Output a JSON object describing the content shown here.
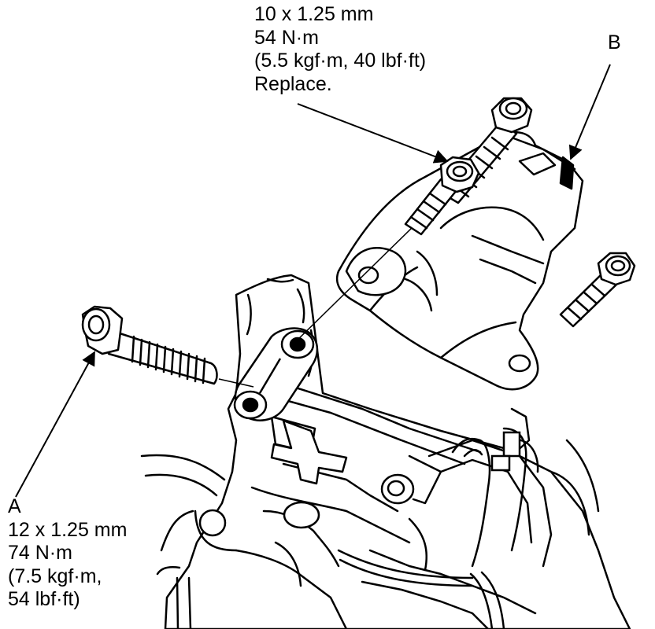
{
  "figure": {
    "top_callout": {
      "lines": [
        "10 x 1.25 mm",
        "54 N·m",
        "(5.5 kgf·m, 40 lbf·ft)",
        "Replace."
      ]
    },
    "label_b": "B",
    "label_a": {
      "letter": "A",
      "lines": [
        "12 x 1.25 mm",
        "74 N·m",
        "(7.5 kgf·m,",
        "54 lbf·ft)"
      ]
    }
  }
}
